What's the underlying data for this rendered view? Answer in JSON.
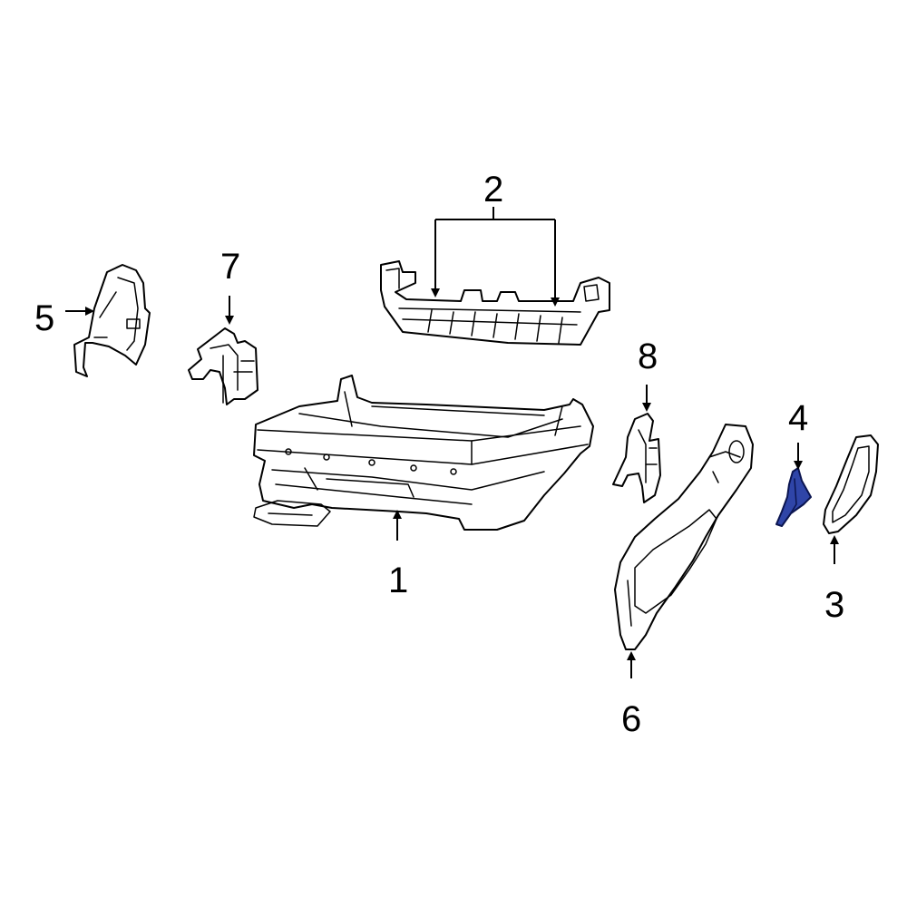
{
  "callouts": [
    {
      "id": "1",
      "label": "1"
    },
    {
      "id": "2",
      "label": "2"
    },
    {
      "id": "3",
      "label": "3"
    },
    {
      "id": "4",
      "label": "4"
    },
    {
      "id": "5",
      "label": "5"
    },
    {
      "id": "6",
      "label": "6"
    },
    {
      "id": "7",
      "label": "7"
    },
    {
      "id": "8",
      "label": "8"
    }
  ],
  "highlighted_part": "4",
  "colors": {
    "line": "#000000",
    "background": "#ffffff",
    "highlight": "#2f45a8"
  }
}
